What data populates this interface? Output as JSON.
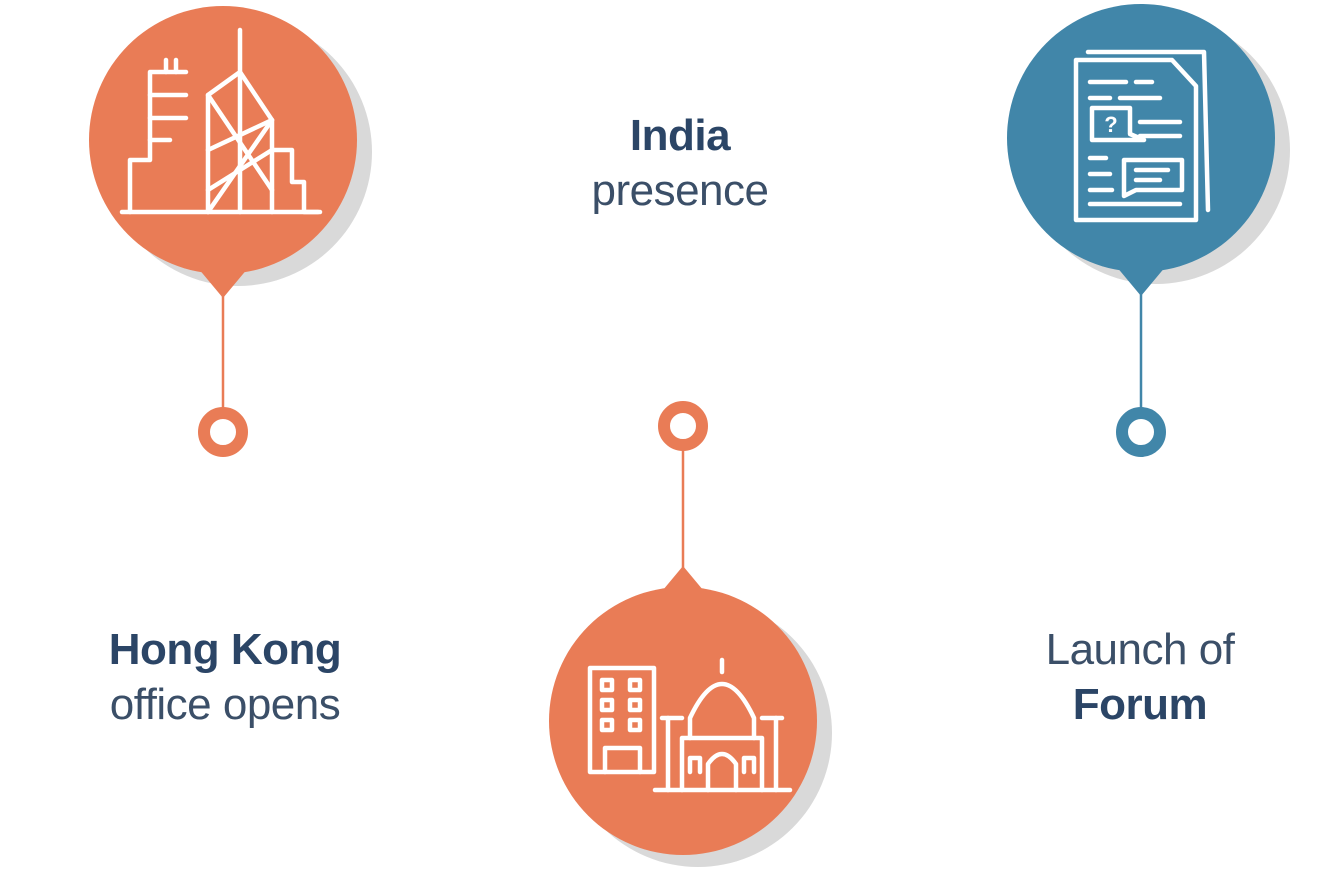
{
  "milestones": [
    {
      "id": "hong-kong",
      "title_line1": "Hong Kong",
      "title_line2": "office opens",
      "icon": "hong-kong-skyline-icon",
      "color": "#e97c56",
      "pin_direction": "up"
    },
    {
      "id": "india",
      "title_line1": "India",
      "title_line2": "presence",
      "icon": "india-taj-mahal-icon",
      "color": "#e97c56",
      "pin_direction": "down"
    },
    {
      "id": "forum",
      "title_line1": "Launch of",
      "title_line2": "Forum",
      "icon": "forum-document-chat-icon",
      "color": "#4186a9",
      "pin_direction": "up"
    }
  ],
  "colors": {
    "orange": "#e97c56",
    "blue": "#4186a9",
    "shadow": "#d9d9d9",
    "text_dark": "#2b4566"
  }
}
